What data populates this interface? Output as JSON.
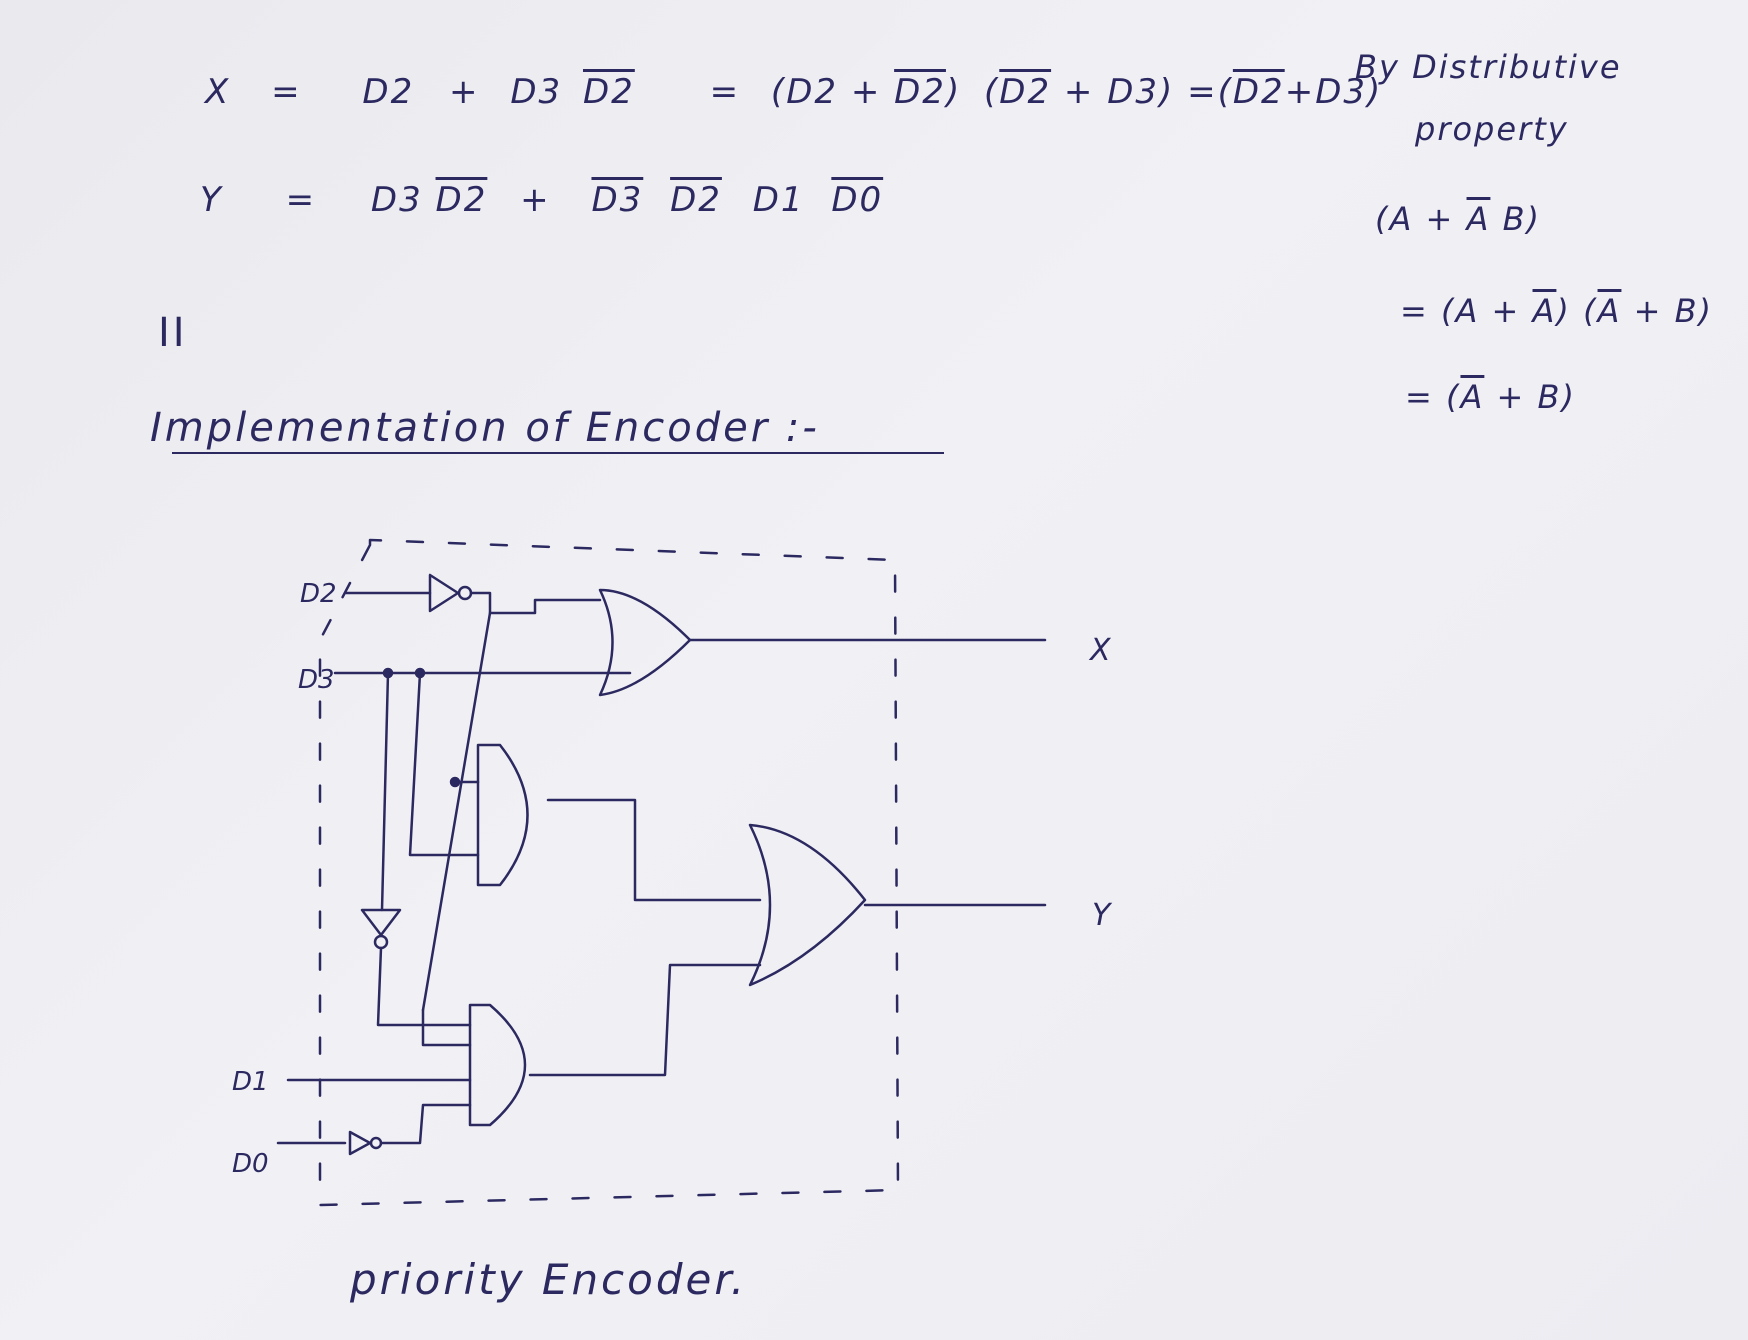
{
  "equations": {
    "x_line": {
      "lhs": "X",
      "eq1": "=",
      "t1": "D2",
      "plus1": "+",
      "t2a": "D3",
      "t2b": "D2",
      "eq2": "=",
      "f1_open": "(",
      "f1_a": "D2",
      "f1_plus": "+",
      "f1_b": "D2",
      "f1_close": ")",
      "f2_open": "(",
      "f2_a": "D2",
      "f2_plus": "+",
      "f2_b": "D3",
      "f2_close": ")",
      "eq3": "=",
      "r_open": "(",
      "r_a": "D2",
      "r_plus": "+",
      "r_b": "D3",
      "r_close": ")"
    },
    "y_line": {
      "lhs": "Y",
      "eq": "=",
      "t1a": "D3",
      "t1b": "D2",
      "plus": "+",
      "t2a": "D3",
      "t2b": "D2",
      "t2c": "D1",
      "t2d": "D0"
    }
  },
  "side_note": {
    "line1": "By Distributive",
    "line2": "property",
    "line3_open": "(A + ",
    "line3_ol": "A",
    "line3_close": " B)",
    "line4_a": "= (A + ",
    "line4_ol1": "A",
    "line4_b": ") (",
    "line4_ol2": "A",
    "line4_c": " + B)",
    "line5_a": "= (",
    "line5_ol": "A",
    "line5_b": " + B)"
  },
  "section_marker": "II",
  "heading": "Implementation of Encoder :-",
  "circuit": {
    "inputs": [
      "D2",
      "D3",
      "D1",
      "D0"
    ],
    "outputs": [
      "X",
      "Y"
    ]
  },
  "caption": "priority Encoder."
}
